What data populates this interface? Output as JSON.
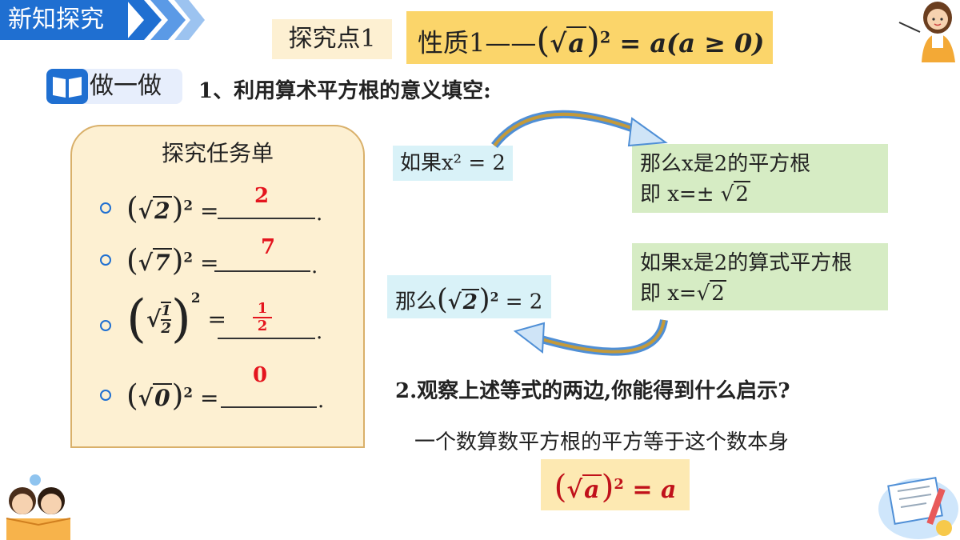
{
  "header": {
    "section_tag": "新知探究",
    "explore_point": "探究点1",
    "property_prefix": "性质1——",
    "property_formula_a": "a",
    "property_formula_exp": "2",
    "property_formula_rhs": " = a(a ≥ 0)"
  },
  "activity": {
    "label": "做一做",
    "question1": "1、利用算术平方根的意义填空:"
  },
  "task_card": {
    "title": "探究任务单",
    "rows": [
      {
        "radicand": "2",
        "exp": "2",
        "answer": "2"
      },
      {
        "radicand": "7",
        "exp": "2",
        "answer": "7"
      },
      {
        "radicand_num": "1",
        "radicand_den": "2",
        "exp": "2",
        "answer_num": "1",
        "answer_den": "2"
      },
      {
        "radicand": "0",
        "exp": "2",
        "answer": "0"
      }
    ]
  },
  "flow": {
    "if1": "如果x² = 2",
    "then1_line1": "那么x是2的平方根",
    "then1_line2_prefix": "即   x=±",
    "then1_line2_radicand": "2",
    "if2_line1": "如果x是2的算式平方根",
    "if2_line2_prefix": "即   x=",
    "if2_line2_radicand": "2",
    "then2_prefix": "那么",
    "then2_radicand": "2",
    "then2_exp": "2",
    "then2_rhs": " = 2"
  },
  "question2": "2.观察上述等式的两边,你能得到什么启示?",
  "conclusion": "一个数算数平方根的平方等于这个数本身",
  "final_formula": {
    "radicand": "a",
    "exp": "2",
    "rhs": " = a"
  },
  "colors": {
    "accent_blue": "#1f6fd1",
    "answer_red": "#e4151e",
    "card_bg": "#fdf0d2",
    "highlight_yellow": "#fbd56a"
  }
}
